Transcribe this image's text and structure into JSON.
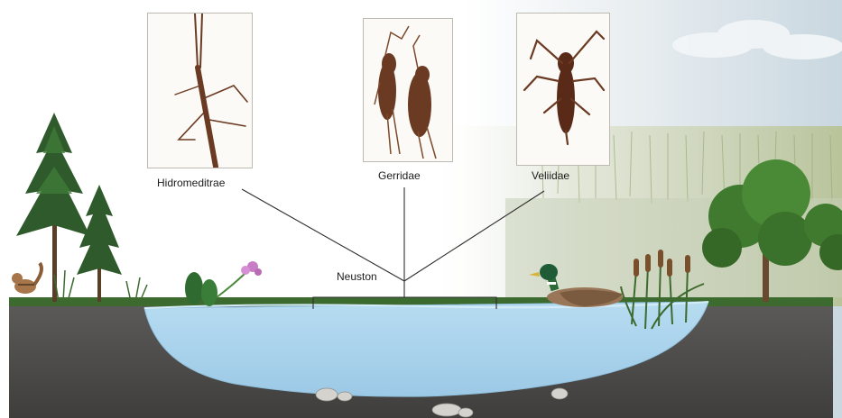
{
  "diagram": {
    "root_label": "Neuston",
    "families": [
      {
        "label": "Hidromeditrae",
        "icon": "water-measurer-insect-photo"
      },
      {
        "label": "Gerridae",
        "icon": "water-strider-pair-photo"
      },
      {
        "label": "Veliidae",
        "icon": "riffle-bug-photo"
      }
    ],
    "scene_icons": [
      "chipmunk-icon",
      "pine-tree-icon",
      "water-hyacinth-icon",
      "mallard-duck-icon",
      "cattail-reeds-icon",
      "deciduous-tree-icon",
      "pebble-icon"
    ],
    "colors": {
      "water": "#a9d3ec",
      "ground": "#4f4e4c",
      "grass": "#3d6a2e",
      "insect": "#6b3a22",
      "line": "#2e2e2e"
    }
  }
}
